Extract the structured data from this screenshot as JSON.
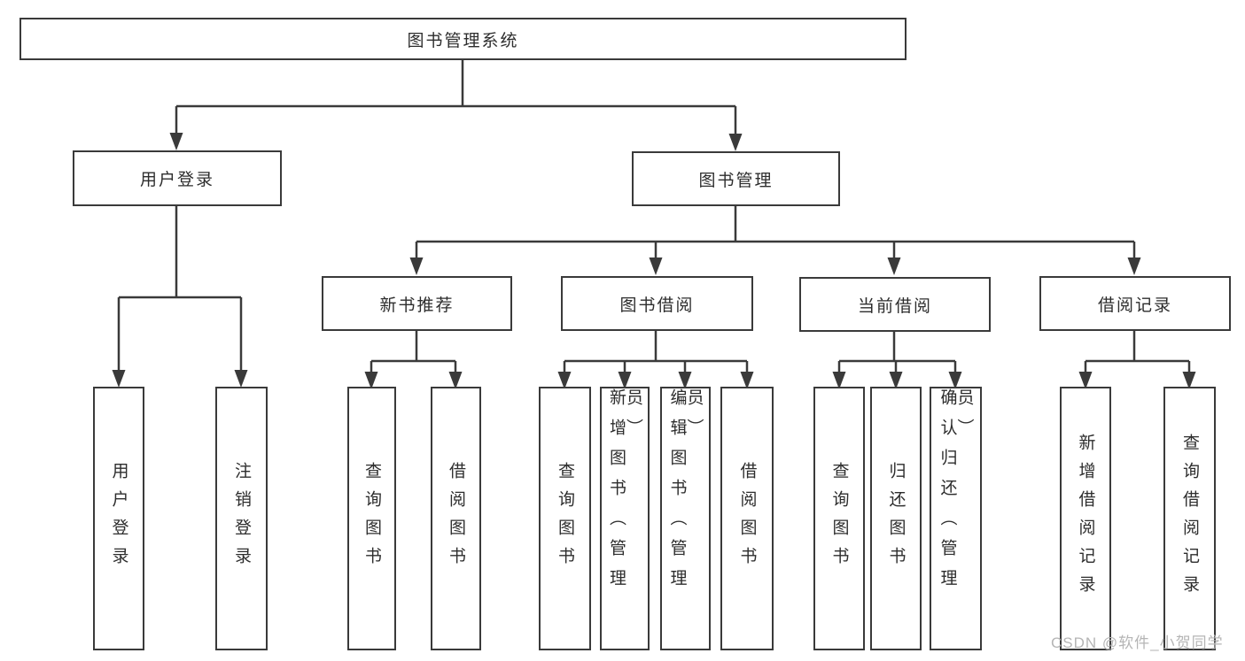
{
  "tree": {
    "root": {
      "label": "图书管理系统"
    },
    "branches": [
      {
        "label": "用户登录",
        "children": [
          {
            "label": "用户登录"
          },
          {
            "label": "注销登录"
          }
        ]
      },
      {
        "label": "图书管理",
        "children": [
          {
            "label": "新书推荐",
            "children": [
              {
                "label": "查询图书"
              },
              {
                "label": "借阅图书"
              }
            ]
          },
          {
            "label": "图书借阅",
            "children": [
              {
                "label": "查询图书"
              },
              {
                "label": "新增图书（管理员）"
              },
              {
                "label": "编辑图书（管理员）"
              },
              {
                "label": "借阅图书"
              }
            ]
          },
          {
            "label": "当前借阅",
            "children": [
              {
                "label": "查询图书"
              },
              {
                "label": "归还图书"
              },
              {
                "label": "确认归还（管理员）"
              }
            ]
          },
          {
            "label": "借阅记录",
            "children": [
              {
                "label": "新增借阅记录"
              },
              {
                "label": "查询借阅记录"
              }
            ]
          }
        ]
      }
    ]
  },
  "watermark": {
    "text": "CSDN @软件_小贺同学"
  },
  "colors": {
    "line": "#3a3a3a",
    "text": "#2d2d2d",
    "box_bg": "#ffffff",
    "background": "#ffffff",
    "watermark": "#b5b5b5"
  }
}
